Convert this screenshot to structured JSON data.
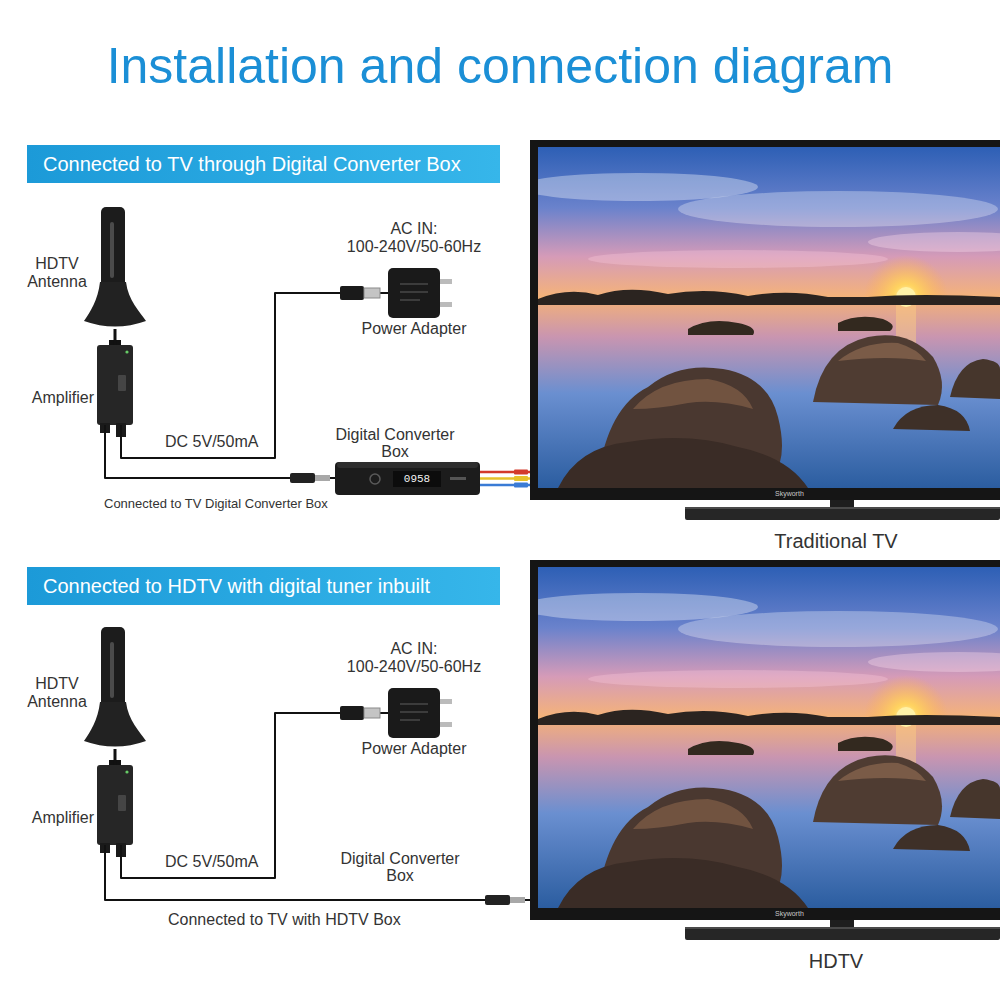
{
  "diagram": {
    "title": "Installation and connection diagram",
    "nodes": [
      {
        "text": [
          "Connected to TV through Digital Converter Box"
        ]
      },
      {
        "text": [
          "HDTV Antenna"
        ]
      },
      {
        "text": [
          "Amplifier"
        ]
      },
      {
        "text": [
          "AC IN: 100-240V/50-60Hz",
          "Power Adapter"
        ]
      },
      {
        "text": [
          "Digital Converter Box"
        ]
      },
      {
        "text": [
          "Traditional TV"
        ]
      },
      {
        "text": [
          "Connected to HDTV with digital tuner inbuilt"
        ]
      },
      {
        "text": [
          "HDTV Antenna"
        ]
      },
      {
        "text": [
          "Amplifier"
        ]
      },
      {
        "text": [
          "AC IN: 100-240V/50-60Hz",
          "Power Adapter"
        ]
      },
      {
        "text": [
          "HDTV"
        ]
      }
    ],
    "edges": [
      {
        "from": 1,
        "to": 2,
        "arrow": "none"
      },
      {
        "from": 2,
        "to": 3,
        "label": "DC 5V/50mA",
        "arrow": "none"
      },
      {
        "from": 2,
        "to": 4,
        "label": "Connected to TV Digital Converter Box",
        "arrow": "none"
      },
      {
        "from": 4,
        "to": 5,
        "arrow": "none"
      },
      {
        "from": 7,
        "to": 8,
        "arrow": "none"
      },
      {
        "from": 8,
        "to": 9,
        "label": "DC 5V/50mA",
        "arrow": "none"
      },
      {
        "from": 8,
        "to": 10,
        "label": "Connected to TV with HDTV Box",
        "arrow": "none"
      }
    ],
    "labels": [
      "0958",
      "Skyworth",
      "Digital Converter Box",
      "Skyworth"
    ]
  }
}
